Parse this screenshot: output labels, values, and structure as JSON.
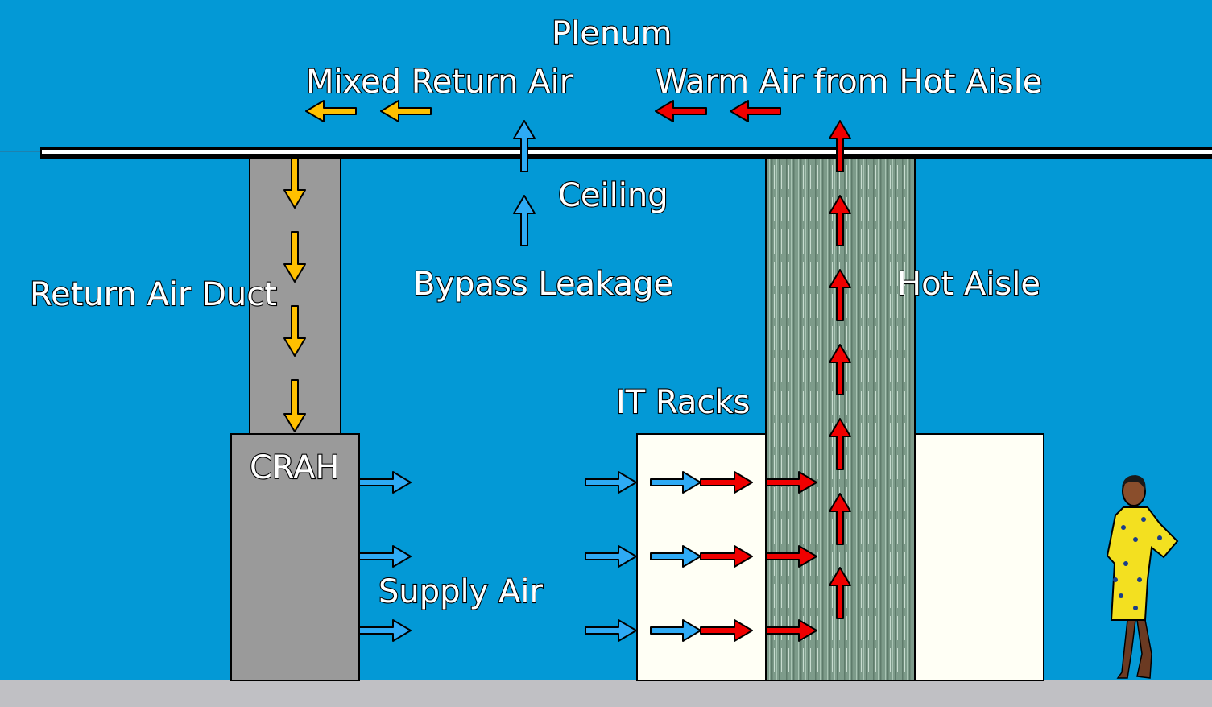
{
  "labels": {
    "plenum": "Plenum",
    "mixed_return_air": "Mixed Return Air",
    "warm_air": "Warm Air from Hot Aisle",
    "ceiling": "Ceiling",
    "bypass_leakage": "Bypass Leakage",
    "return_air_duct": "Return Air Duct",
    "hot_aisle": "Hot Aisle",
    "it_racks": "IT Racks",
    "crah": "CRAH",
    "supply_air": "Supply Air"
  },
  "colors": {
    "background": "#0399d6",
    "floor": "#c0c0c4",
    "duct": "#9a9a9a",
    "rack": "#fffff5",
    "hot_aisle": "#7d9b8a",
    "cool_arrow": "#2eaaf5",
    "warm_arrow": "#f00000",
    "mixed_arrow": "#ffc000"
  }
}
